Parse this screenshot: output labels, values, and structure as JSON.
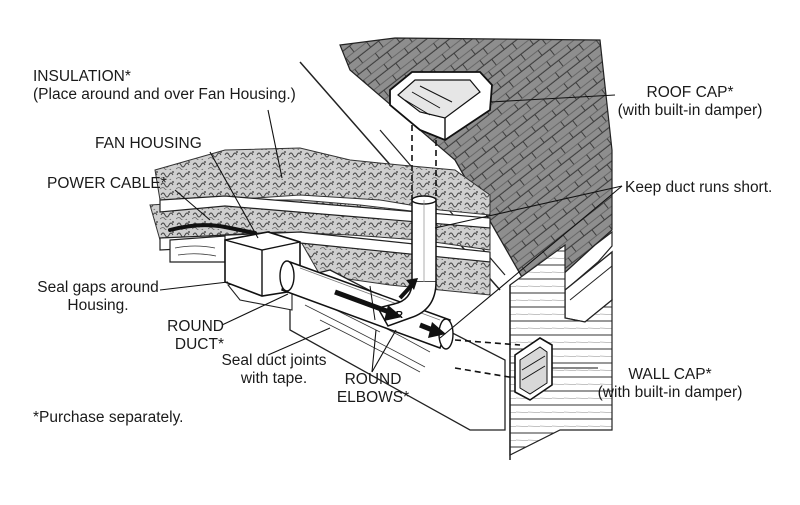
{
  "labels": {
    "insulation": {
      "line1": "INSULATION*",
      "line2": "(Place around and over Fan Housing.)"
    },
    "fan_housing": "FAN HOUSING",
    "power_cable": "POWER CABLE*",
    "seal_gaps": {
      "line1": "Seal gaps around",
      "line2": "Housing."
    },
    "round_duct": {
      "line1": "ROUND",
      "line2": "DUCT*"
    },
    "seal_joints": {
      "line1": "Seal duct joints",
      "line2": "with tape."
    },
    "round_elbows": {
      "line1": "ROUND",
      "line2": "ELBOWS*"
    },
    "purchase_note": "*Purchase separately.",
    "roof_cap": {
      "line1": "ROOF CAP*",
      "line2": "(with built-in damper)"
    },
    "keep_short": "Keep duct runs short.",
    "wall_cap": {
      "line1": "WALL CAP*",
      "line2": "(with built-in damper)"
    },
    "or_text": "OR"
  },
  "colors": {
    "ink": "#1a1a1a",
    "roof": "#8c8c8c",
    "shingle_line": "#4a4a4a",
    "wood": "#ffffff",
    "insulation": "#9a9a9a"
  }
}
